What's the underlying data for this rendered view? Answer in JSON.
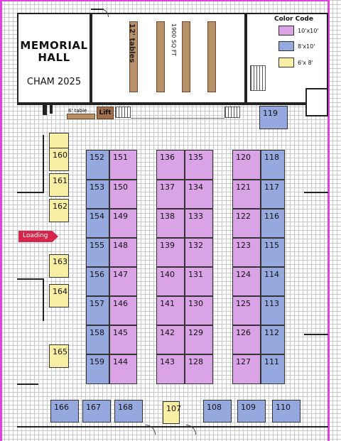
{
  "hall": {
    "name_line1": "MEMORIAL",
    "name_line2": "HALL",
    "event": "CHAM 2025"
  },
  "room": {
    "tables_label": "12' tables",
    "area_label": "1900 SQ FT"
  },
  "legend": {
    "title": "Color Code",
    "items": [
      {
        "label": "10'x10'",
        "color": "#d9a3e6"
      },
      {
        "label": "8'x10'",
        "color": "#95a9df"
      },
      {
        "label": "6'x 8'",
        "color": "#f8efa5"
      }
    ]
  },
  "features": {
    "six_ft_table": "6' table",
    "lift": "Lift",
    "loading": "Loading"
  },
  "booths": {
    "b120": "120",
    "b118": "118",
    "b121": "121",
    "b117": "117",
    "b122": "122",
    "b116": "116",
    "b123": "123",
    "b115": "115",
    "b124": "124",
    "b114": "114",
    "b125": "125",
    "b113": "113",
    "b126": "126",
    "b112": "112",
    "b127": "127",
    "b111": "111",
    "b136": "136",
    "b135": "135",
    "b137": "137",
    "b134": "134",
    "b138": "138",
    "b133": "133",
    "b139": "139",
    "b132": "132",
    "b140": "140",
    "b131": "131",
    "b141": "141",
    "b130": "130",
    "b142": "142",
    "b129": "129",
    "b143": "143",
    "b128": "128",
    "b152": "152",
    "b151": "151",
    "b153": "153",
    "b150": "150",
    "b154": "154",
    "b149": "149",
    "b155": "155",
    "b148": "148",
    "b156": "156",
    "b147": "147",
    "b157": "157",
    "b146": "146",
    "b158": "158",
    "b145": "145",
    "b159": "159",
    "b144": "144",
    "b160": "160",
    "b161": "161",
    "b162": "162",
    "b163": "163",
    "b164": "164",
    "b165": "165",
    "b107": "107",
    "b119": "119",
    "b166": "166",
    "b167": "167",
    "b168": "168",
    "b108": "108",
    "b109": "109",
    "b110": "110"
  }
}
